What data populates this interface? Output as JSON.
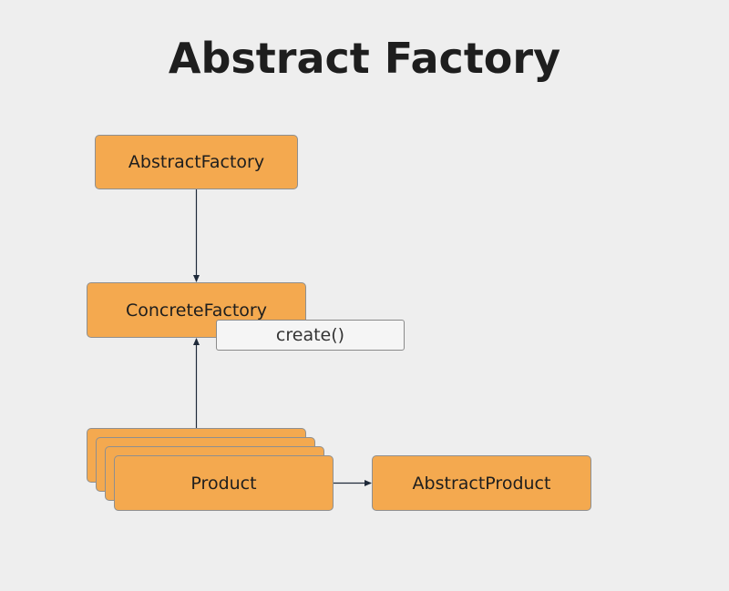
{
  "title": "Abstract Factory",
  "nodes": {
    "abstract_factory": "AbstractFactory",
    "concrete_factory": "ConcreteFactory",
    "create_method": "create()",
    "product": "Product",
    "abstract_product": "AbstractProduct"
  },
  "colors": {
    "background": "#eeeeee",
    "node_fill": "#f4a94f",
    "node_border": "#8f8f8f",
    "method_fill": "#f5f5f5",
    "edge": "#1f2a3a",
    "title_text": "#1e1e1e"
  }
}
